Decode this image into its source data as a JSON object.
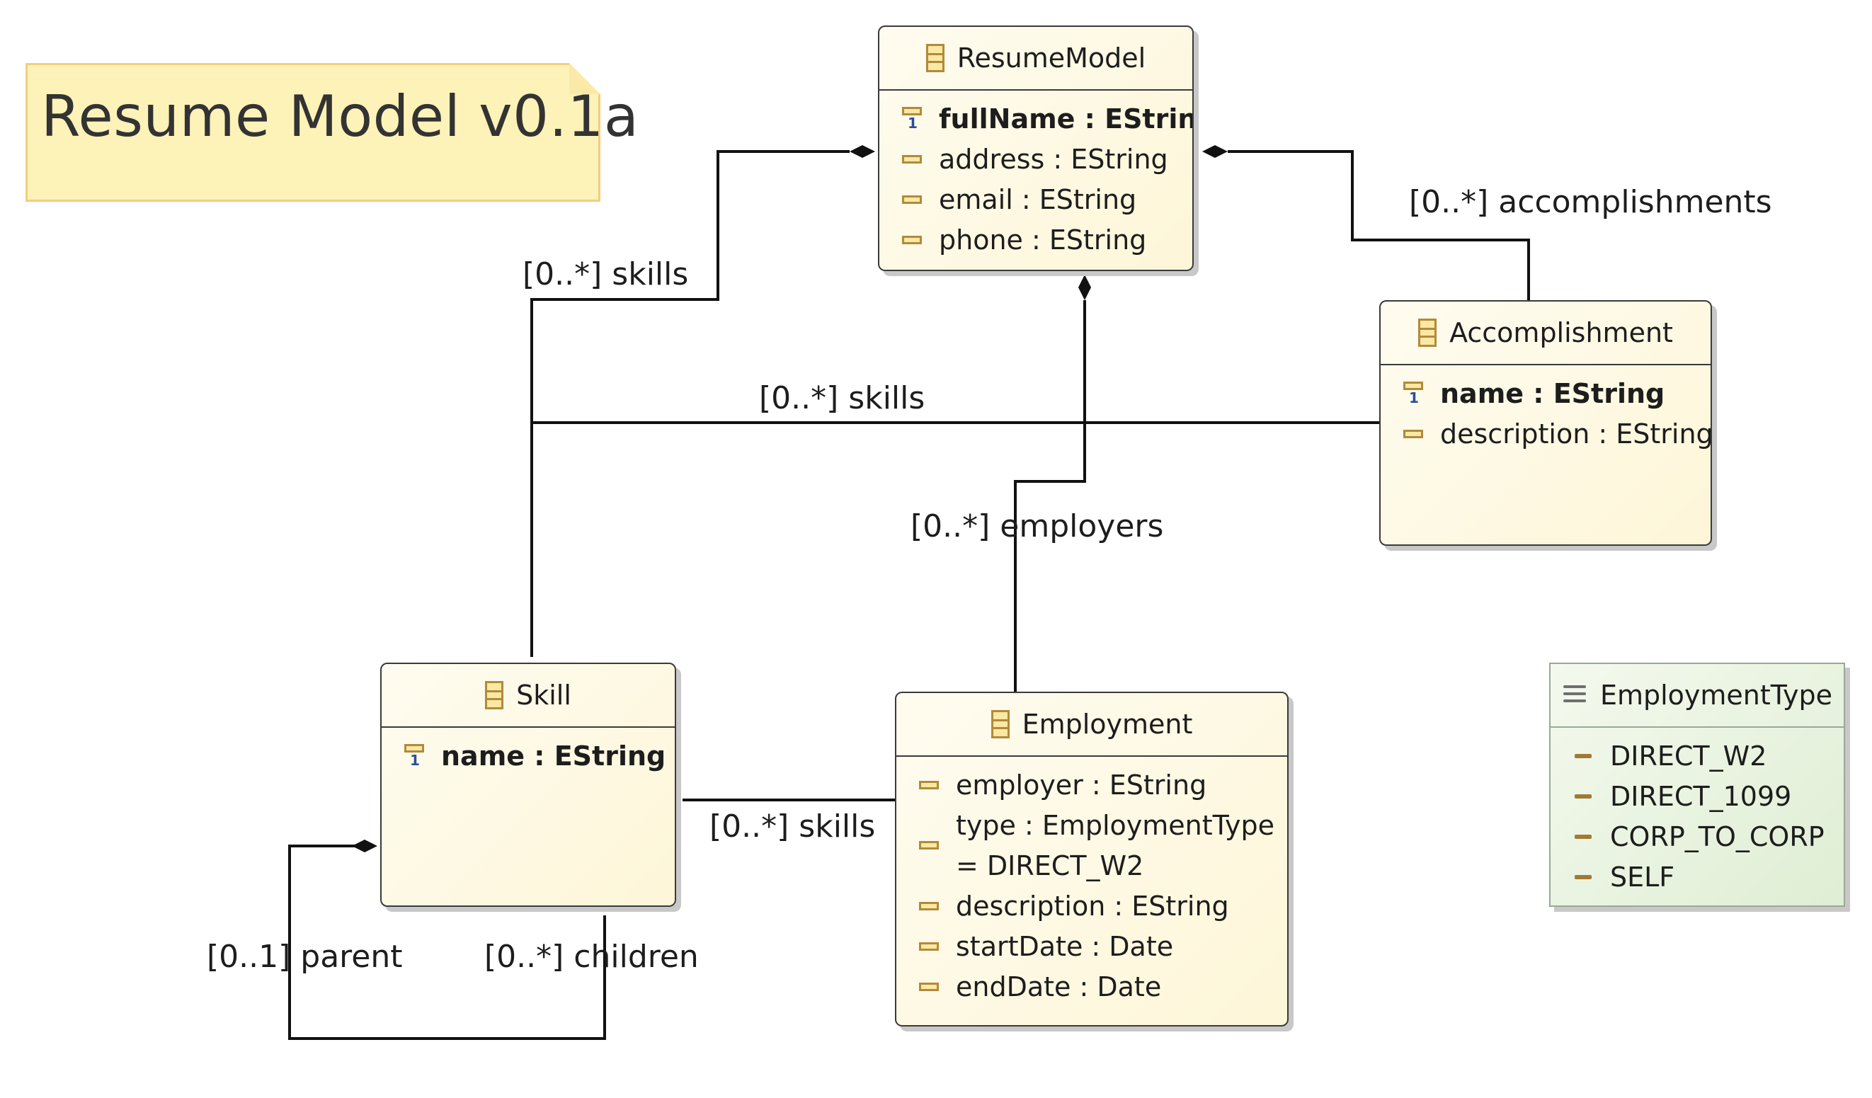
{
  "note": {
    "title": "Resume Model v0.1a"
  },
  "classes": {
    "resume_model": {
      "name": "ResumeModel",
      "attributes": [
        {
          "text": "fullName : EString",
          "key": true
        },
        {
          "text": "address : EString",
          "key": false
        },
        {
          "text": "email : EString",
          "key": false
        },
        {
          "text": "phone : EString",
          "key": false
        }
      ]
    },
    "accomplishment": {
      "name": "Accomplishment",
      "attributes": [
        {
          "text": "name : EString",
          "key": true
        },
        {
          "text": "description : EString",
          "key": false
        }
      ]
    },
    "skill": {
      "name": "Skill",
      "attributes": [
        {
          "text": "name : EString",
          "key": true
        }
      ]
    },
    "employment": {
      "name": "Employment",
      "attributes": [
        {
          "text": "employer : EString",
          "key": false
        },
        {
          "text": "type : EmploymentType\n= DIRECT_W2",
          "key": false
        },
        {
          "text": "description : EString",
          "key": false
        },
        {
          "text": "startDate : Date",
          "key": false
        },
        {
          "text": "endDate : Date",
          "key": false
        }
      ]
    }
  },
  "enum": {
    "name": "EmploymentType",
    "literals": [
      "DIRECT_W2",
      "DIRECT_1099",
      "CORP_TO_CORP",
      "SELF"
    ]
  },
  "associations": {
    "resume_skills": "[0..*] skills",
    "resume_accomplishments": "[0..*] accomplishments",
    "accomplishment_skills": "[0..*] skills",
    "resume_employers": "[0..*] employers",
    "employment_skills": "[0..*] skills",
    "skill_parent": "[0..1] parent",
    "skill_children": "[0..*] children"
  },
  "colors": {
    "line": "#111111",
    "class_fill": "#fdf6d8",
    "enum_fill": "#dfeed4",
    "note_fill": "#fdf2b8",
    "note_border": "#f2cf7d"
  }
}
